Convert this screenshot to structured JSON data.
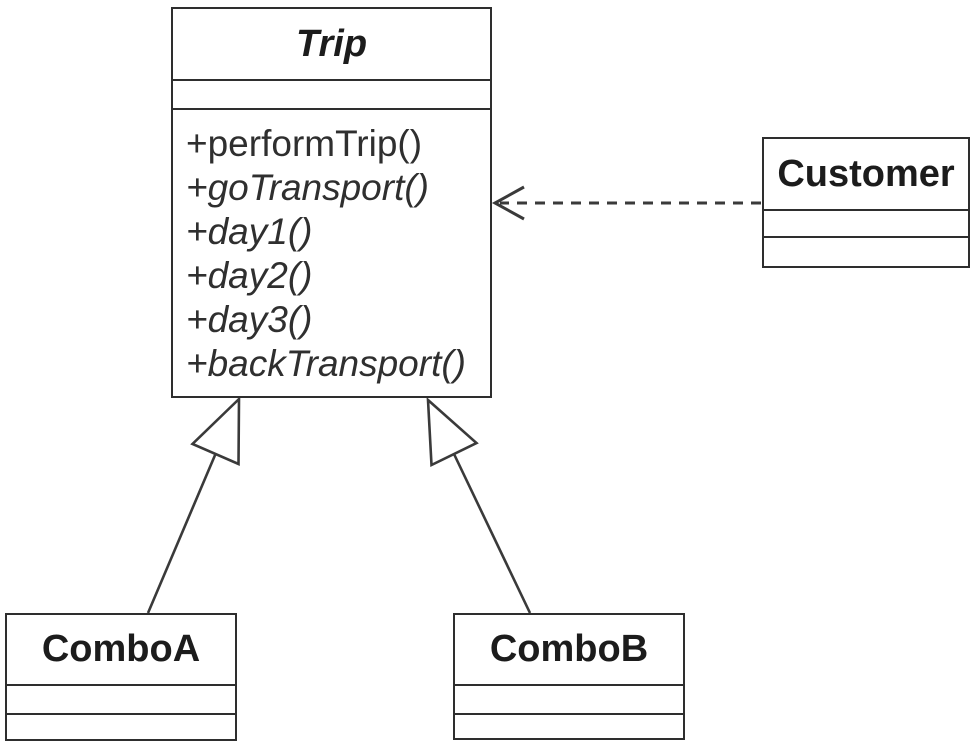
{
  "classes": {
    "trip": {
      "name": "Trip",
      "methods": [
        {
          "label": "+performTrip()",
          "italic": false
        },
        {
          "label": "+goTransport()",
          "italic": true
        },
        {
          "label": "+day1()",
          "italic": true
        },
        {
          "label": "+day2()",
          "italic": true
        },
        {
          "label": "+day3()",
          "italic": true
        },
        {
          "label": "+backTransport()",
          "italic": true
        }
      ]
    },
    "customer": {
      "name": "Customer",
      "methods": []
    },
    "combo_a": {
      "name": "ComboA",
      "methods": []
    },
    "combo_b": {
      "name": "ComboB",
      "methods": []
    }
  },
  "relations": [
    {
      "from": "Customer",
      "to": "Trip",
      "type": "dependency",
      "line": "dashed",
      "arrowhead": "open"
    },
    {
      "from": "ComboA",
      "to": "Trip",
      "type": "generalization",
      "line": "solid",
      "arrowhead": "hollow-triangle"
    },
    {
      "from": "ComboB",
      "to": "Trip",
      "type": "generalization",
      "line": "solid",
      "arrowhead": "hollow-triangle"
    }
  ],
  "colors": {
    "line": "#3a3a3a",
    "border": "#2e2e2e",
    "text": "#2f2f2f",
    "background": "#ffffff"
  }
}
